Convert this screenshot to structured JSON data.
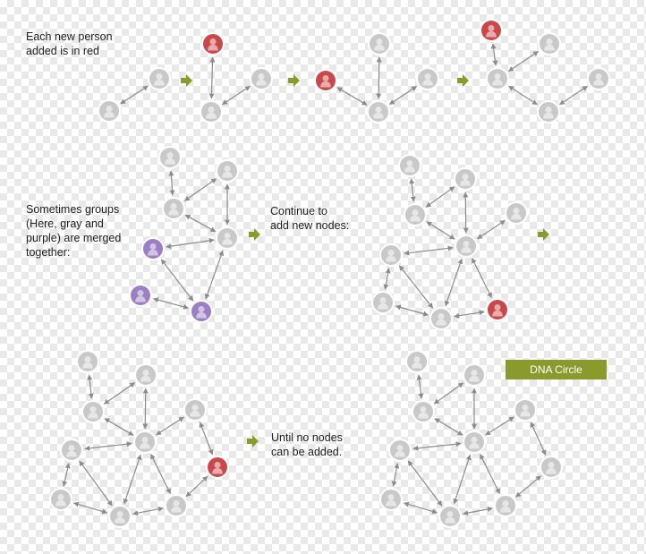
{
  "labels": {
    "new_person": [
      "Each new person",
      "added is in red"
    ],
    "merged": [
      "Sometimes groups",
      "(Here, gray and",
      "purple) are merged",
      "together:"
    ],
    "continue": [
      "Continue to",
      "add new nodes:"
    ],
    "until": [
      "Until no nodes",
      "can be added."
    ]
  },
  "badge": {
    "text": "DNA Circle",
    "color": "#8a9a2c"
  },
  "colors": {
    "gray_node": "#c9c9c9",
    "red_node": "#c9484a",
    "purple_node": "#9b7fc4",
    "arrow_step": "#8a9a2c",
    "edge": "#8c8c8c"
  },
  "icons": {
    "node": "person-silhouette-icon",
    "step": "right-arrow-icon"
  }
}
